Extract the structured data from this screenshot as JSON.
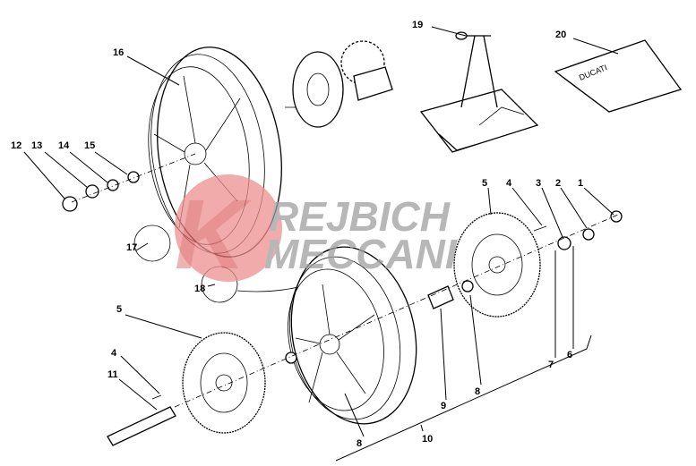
{
  "diagram": {
    "title": "Wheels exploded view",
    "watermark": {
      "line1": "REJBICH",
      "line2": "MECCANI",
      "logo_letter": "K",
      "logo_color": "#e87a7a"
    },
    "bag_text": "DUCATI",
    "callouts": [
      "1",
      "2",
      "3",
      "4",
      "5",
      "6",
      "7",
      "8",
      "9",
      "10",
      "11",
      "12",
      "13",
      "14",
      "15",
      "16",
      "17",
      "18",
      "19",
      "20"
    ]
  }
}
